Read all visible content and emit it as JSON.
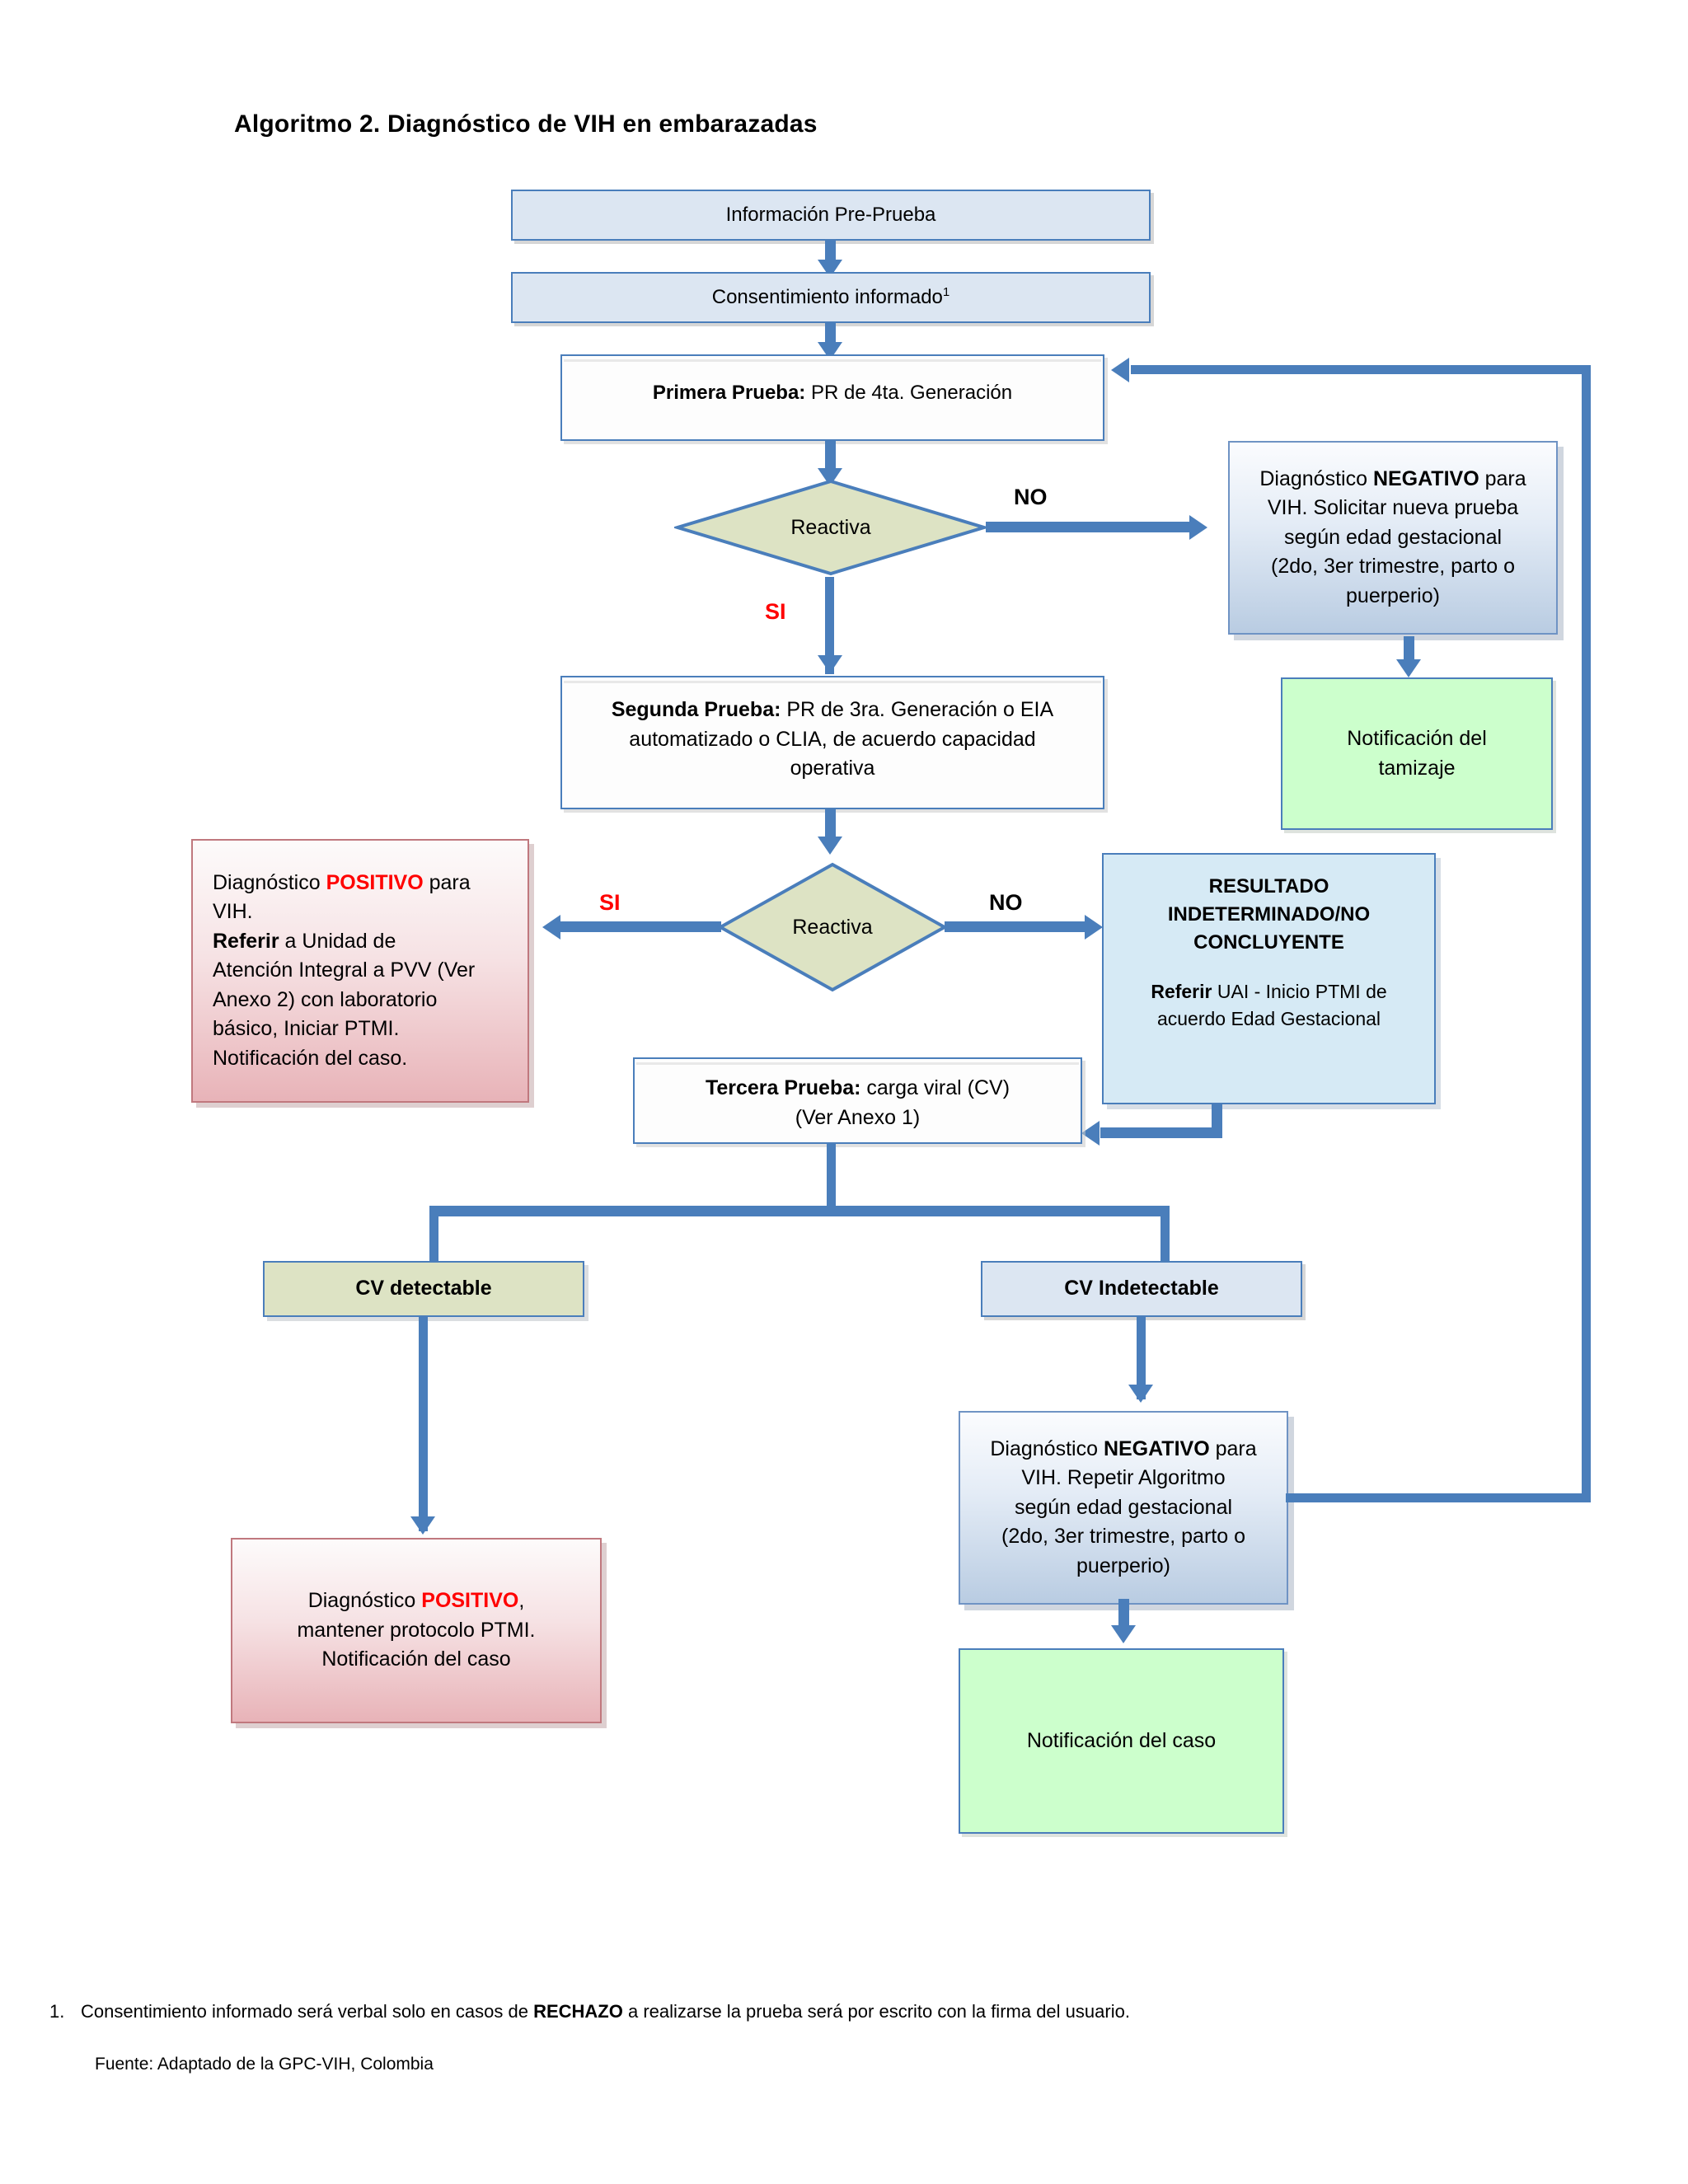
{
  "title": "Algoritmo 2. Diagnóstico de VIH en embarazadas",
  "colors": {
    "connector_blue": "#4a7ebb",
    "box_border_blue": "#4a7ebb",
    "flat_blue_fill": "#dce6f2",
    "green_fill": "#ccffcc",
    "olive_fill": "#dde3c4",
    "lightblue_fill": "#d6eaf5",
    "pink_fill": "#e8b3b8",
    "accent_red": "#ff0000"
  },
  "nodes": {
    "info_pre_prueba": {
      "label": "Información Pre-Prueba"
    },
    "consentimiento": {
      "label": "Consentimiento informado",
      "superscript": "1"
    },
    "primera_prueba": {
      "strong": "Primera Prueba:",
      "rest": " PR de 4ta. Generación"
    },
    "diamond1": {
      "label": "Reactiva"
    },
    "negativo_1": {
      "line1_a": "Diagnóstico ",
      "line1_b": "NEGATIVO",
      "line1_c": " para",
      "line2": "VIH. Solicitar nueva prueba",
      "line3": "según edad gestacional",
      "line4": "(2do, 3er trimestre, parto  o",
      "line5": "puerperio)"
    },
    "notificacion_tamizaje": {
      "line1": "Notificación del",
      "line2": "tamizaje"
    },
    "segunda_prueba": {
      "strong": "Segunda Prueba:",
      "rest": " PR de 3ra. Generación o EIA",
      "line2": "automatizado o CLIA, de acuerdo  capacidad",
      "line3": "operativa"
    },
    "diamond2": {
      "label": "Reactiva"
    },
    "positivo_referir": {
      "l1a": "Diagnóstico ",
      "l1b": "POSITIVO",
      "l1c": " para",
      "l2": "VIH.",
      "l3a": "Referir",
      "l3b": " a Unidad de",
      "l4": "Atención Integral a PVV (Ver",
      "l5": "Anexo 2) con laboratorio",
      "l6": "básico, Iniciar PTMI.",
      "l7": "Notificación del caso."
    },
    "indeterminado": {
      "h1": "RESULTADO",
      "h2": "INDETERMINADO/NO",
      "h3": "CONCLUYENTE",
      "b1a": "Referir",
      "b1b": " UAI - Inicio PTMI de",
      "b2": "acuerdo Edad Gestacional"
    },
    "tercera_prueba": {
      "strong": "Tercera Prueba:",
      "rest": " carga viral (CV)",
      "line2": "(Ver Anexo 1)"
    },
    "cv_detectable": {
      "label": "CV detectable"
    },
    "cv_indetectable": {
      "label": "CV Indetectable"
    },
    "positivo_final": {
      "l1a": "Diagnóstico ",
      "l1b": "POSITIVO",
      "l1c": ",",
      "l2": "mantener protocolo PTMI.",
      "l3": "Notificación del caso"
    },
    "negativo_2": {
      "l1a": "Diagnóstico ",
      "l1b": "NEGATIVO",
      "l1c": " para",
      "l2": "VIH. Repetir Algoritmo",
      "l3": "según edad gestacional",
      "l4": "(2do, 3er trimestre, parto o",
      "l5": "puerperio)"
    },
    "notificacion_caso": {
      "label": "Notificación  del caso"
    }
  },
  "edges": {
    "no_1": "NO",
    "si_1": "SI",
    "si_2": "SI",
    "no_2": "NO"
  },
  "footnotes": {
    "item1_num": "1.",
    "item1_a": "Consentimiento informado será verbal solo en casos de ",
    "item1_b": "RECHAZO",
    "item1_c": " a realizarse la prueba será por escrito con la firma del usuario.",
    "source": "Fuente: Adaptado de la GPC-VIH, Colombia"
  }
}
